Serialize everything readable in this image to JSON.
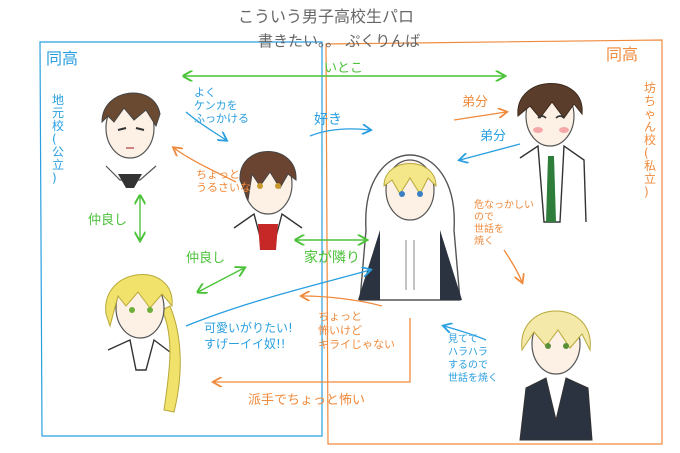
{
  "title": {
    "line1": "こういう男子高校生パロ",
    "line2": "書きたい。。 ぷくりんば"
  },
  "colors": {
    "blue": "#2a9fe0",
    "orange": "#f08a3c",
    "green": "#4cc23a",
    "gray": "#555555"
  },
  "regions": {
    "left": {
      "label": "同高",
      "school": [
        "地",
        "元",
        "校",
        "(",
        "公",
        "立",
        ")"
      ]
    },
    "right": {
      "label": "同高",
      "school": [
        "坊",
        "ち",
        "ゃ",
        "ん",
        "校",
        "(",
        "私",
        "立",
        ")"
      ]
    }
  },
  "characters": [
    {
      "id": "brown-short",
      "hair": "#6b4a32"
    },
    {
      "id": "brown-mid",
      "hair": "#6a4430"
    },
    {
      "id": "blonde-long",
      "hair": "#f0e26a"
    },
    {
      "id": "blonde-hood",
      "hair": "#f3e78a"
    },
    {
      "id": "brown-messy",
      "hair": "#5a3d2b"
    },
    {
      "id": "blonde-short",
      "hair": "#f4e9a8"
    }
  ],
  "relations": {
    "cousin": "いとこ",
    "picks_fights": [
      "よく",
      "ケンカを",
      "ふっかける"
    ],
    "loves": "好き",
    "annoying": [
      "ちょっと",
      "うるさいな"
    ],
    "close_friends_v": "仲良し",
    "close_friends_d": "仲良し",
    "neighbors": "家が隣り",
    "wants_to_dote": [
      "可愛いがりたい!",
      "すげーイイ奴!!"
    ],
    "slightly_scary_dislike": [
      "ちょっと",
      "怖いけど",
      "キライじゃない"
    ],
    "flashy_scary": "派手でちょっと怖い",
    "younger_bro": "弟分",
    "older_bro": "弟分",
    "dangerous_care": [
      "危なっかしい",
      "ので",
      "世話を",
      "焼く"
    ],
    "nervous_care": [
      "見てて",
      "ハラハラ",
      "するので",
      "世話を焼く"
    ]
  }
}
